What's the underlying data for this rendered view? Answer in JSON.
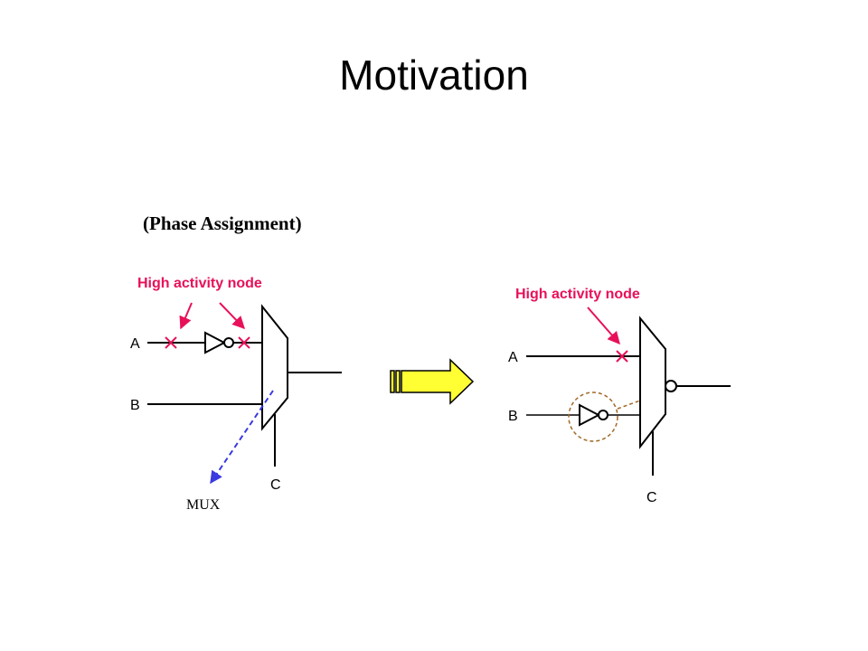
{
  "slide": {
    "title": "Motivation"
  },
  "left": {
    "caption": "(Phase Assignment)",
    "annotation": "High activity node",
    "input_a": "A",
    "input_b": "B",
    "select_c": "C",
    "mux_label": "MUX"
  },
  "right": {
    "annotation": "High activity node",
    "input_a": "A",
    "input_b": "B",
    "select_c": "C"
  },
  "colors": {
    "annotation": "#e8105a",
    "mux_pointer": "#3a3ae0",
    "inverter_ring": "#a06a28",
    "arrow_fill": "#ffff33",
    "wire": "#000000"
  }
}
